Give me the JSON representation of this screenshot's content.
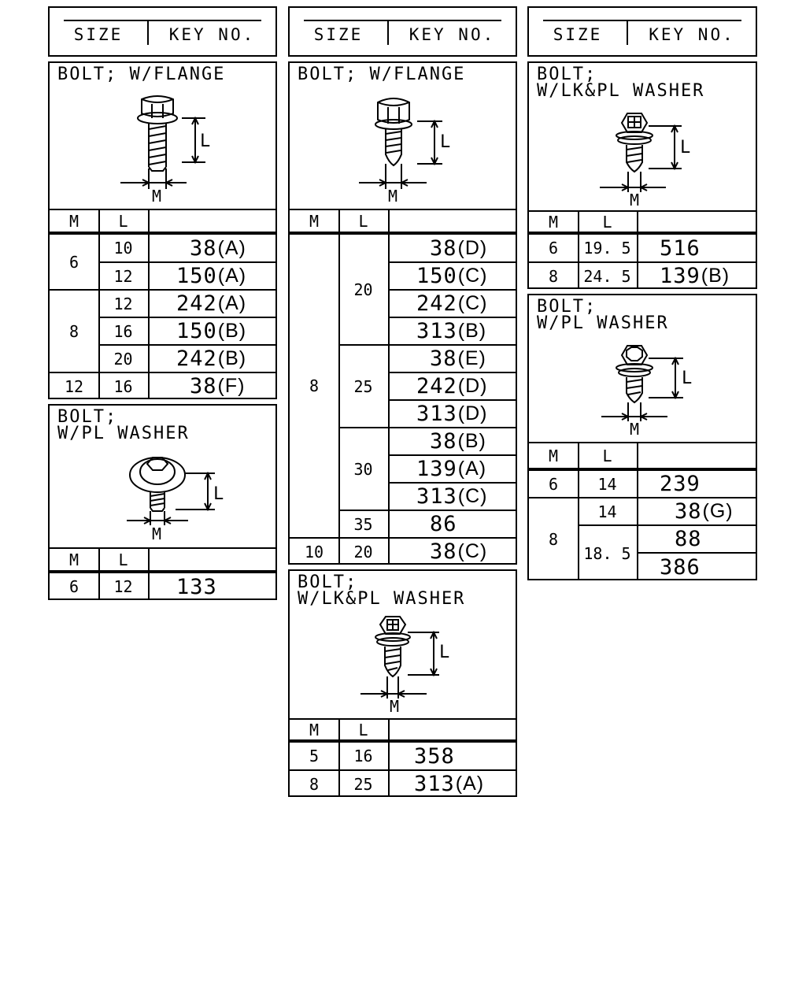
{
  "header": {
    "size_label": "SIZE",
    "key_label": "KEY NO."
  },
  "columns": {
    "m": "M",
    "l": "L"
  },
  "diagram_labels": {
    "l": "L",
    "m": "M"
  },
  "panels": {
    "flange1": {
      "title": "BOLT; W/FLANGE",
      "rows": [
        {
          "m": "6",
          "l": "10",
          "key": "38",
          "suffix": "(A)"
        },
        {
          "l": "12",
          "key": "150",
          "suffix": "(A)"
        },
        {
          "m": "8",
          "l": "12",
          "key": "242",
          "suffix": "(A)"
        },
        {
          "l": "16",
          "key": "150",
          "suffix": "(B)"
        },
        {
          "l": "20",
          "key": "242",
          "suffix": "(B)"
        },
        {
          "m": "12",
          "l": "16",
          "key": "38",
          "suffix": "(F)"
        }
      ]
    },
    "plwasher1": {
      "title": "BOLT;\nW/PL WASHER",
      "rows": [
        {
          "m": "6",
          "l": "12",
          "key": "133",
          "suffix": ""
        }
      ]
    },
    "flange2": {
      "title": "BOLT; W/FLANGE",
      "rows": [
        {
          "m": "8",
          "l": "20",
          "key": "38",
          "suffix": "(D)"
        },
        {
          "key": "150",
          "suffix": "(C)"
        },
        {
          "key": "242",
          "suffix": "(C)"
        },
        {
          "key": "313",
          "suffix": "(B)"
        },
        {
          "l": "25",
          "key": "38",
          "suffix": "(E)"
        },
        {
          "key": "242",
          "suffix": "(D)"
        },
        {
          "key": "313",
          "suffix": "(D)"
        },
        {
          "l": "30",
          "key": "38",
          "suffix": "(B)"
        },
        {
          "key": "139",
          "suffix": "(A)"
        },
        {
          "key": "313",
          "suffix": "(C)"
        },
        {
          "l": "35",
          "key": "86",
          "suffix": ""
        },
        {
          "m": "10",
          "l": "20",
          "key": "38",
          "suffix": "(C)"
        }
      ]
    },
    "lkpl_mid": {
      "title": "BOLT;\nW/LK&PL WASHER",
      "rows": [
        {
          "m": "5",
          "l": "16",
          "key": "358",
          "suffix": ""
        },
        {
          "m": "8",
          "l": "25",
          "key": "313",
          "suffix": "(A)"
        }
      ]
    },
    "lkpl_right": {
      "title": "BOLT;\nW/LK&PL WASHER",
      "rows": [
        {
          "m": "6",
          "l": "19. 5",
          "key": "516",
          "suffix": ""
        },
        {
          "m": "8",
          "l": "24. 5",
          "key": "139",
          "suffix": "(B)"
        }
      ]
    },
    "plwasher2": {
      "title": "BOLT;\nW/PL WASHER",
      "rows": [
        {
          "m": "6",
          "l": "14",
          "key": "239",
          "suffix": ""
        },
        {
          "m": "8",
          "l": "14",
          "key": "38",
          "suffix": "(G)"
        },
        {
          "l": "18. 5",
          "key": "88",
          "suffix": ""
        },
        {
          "key": "386",
          "suffix": ""
        }
      ]
    }
  }
}
